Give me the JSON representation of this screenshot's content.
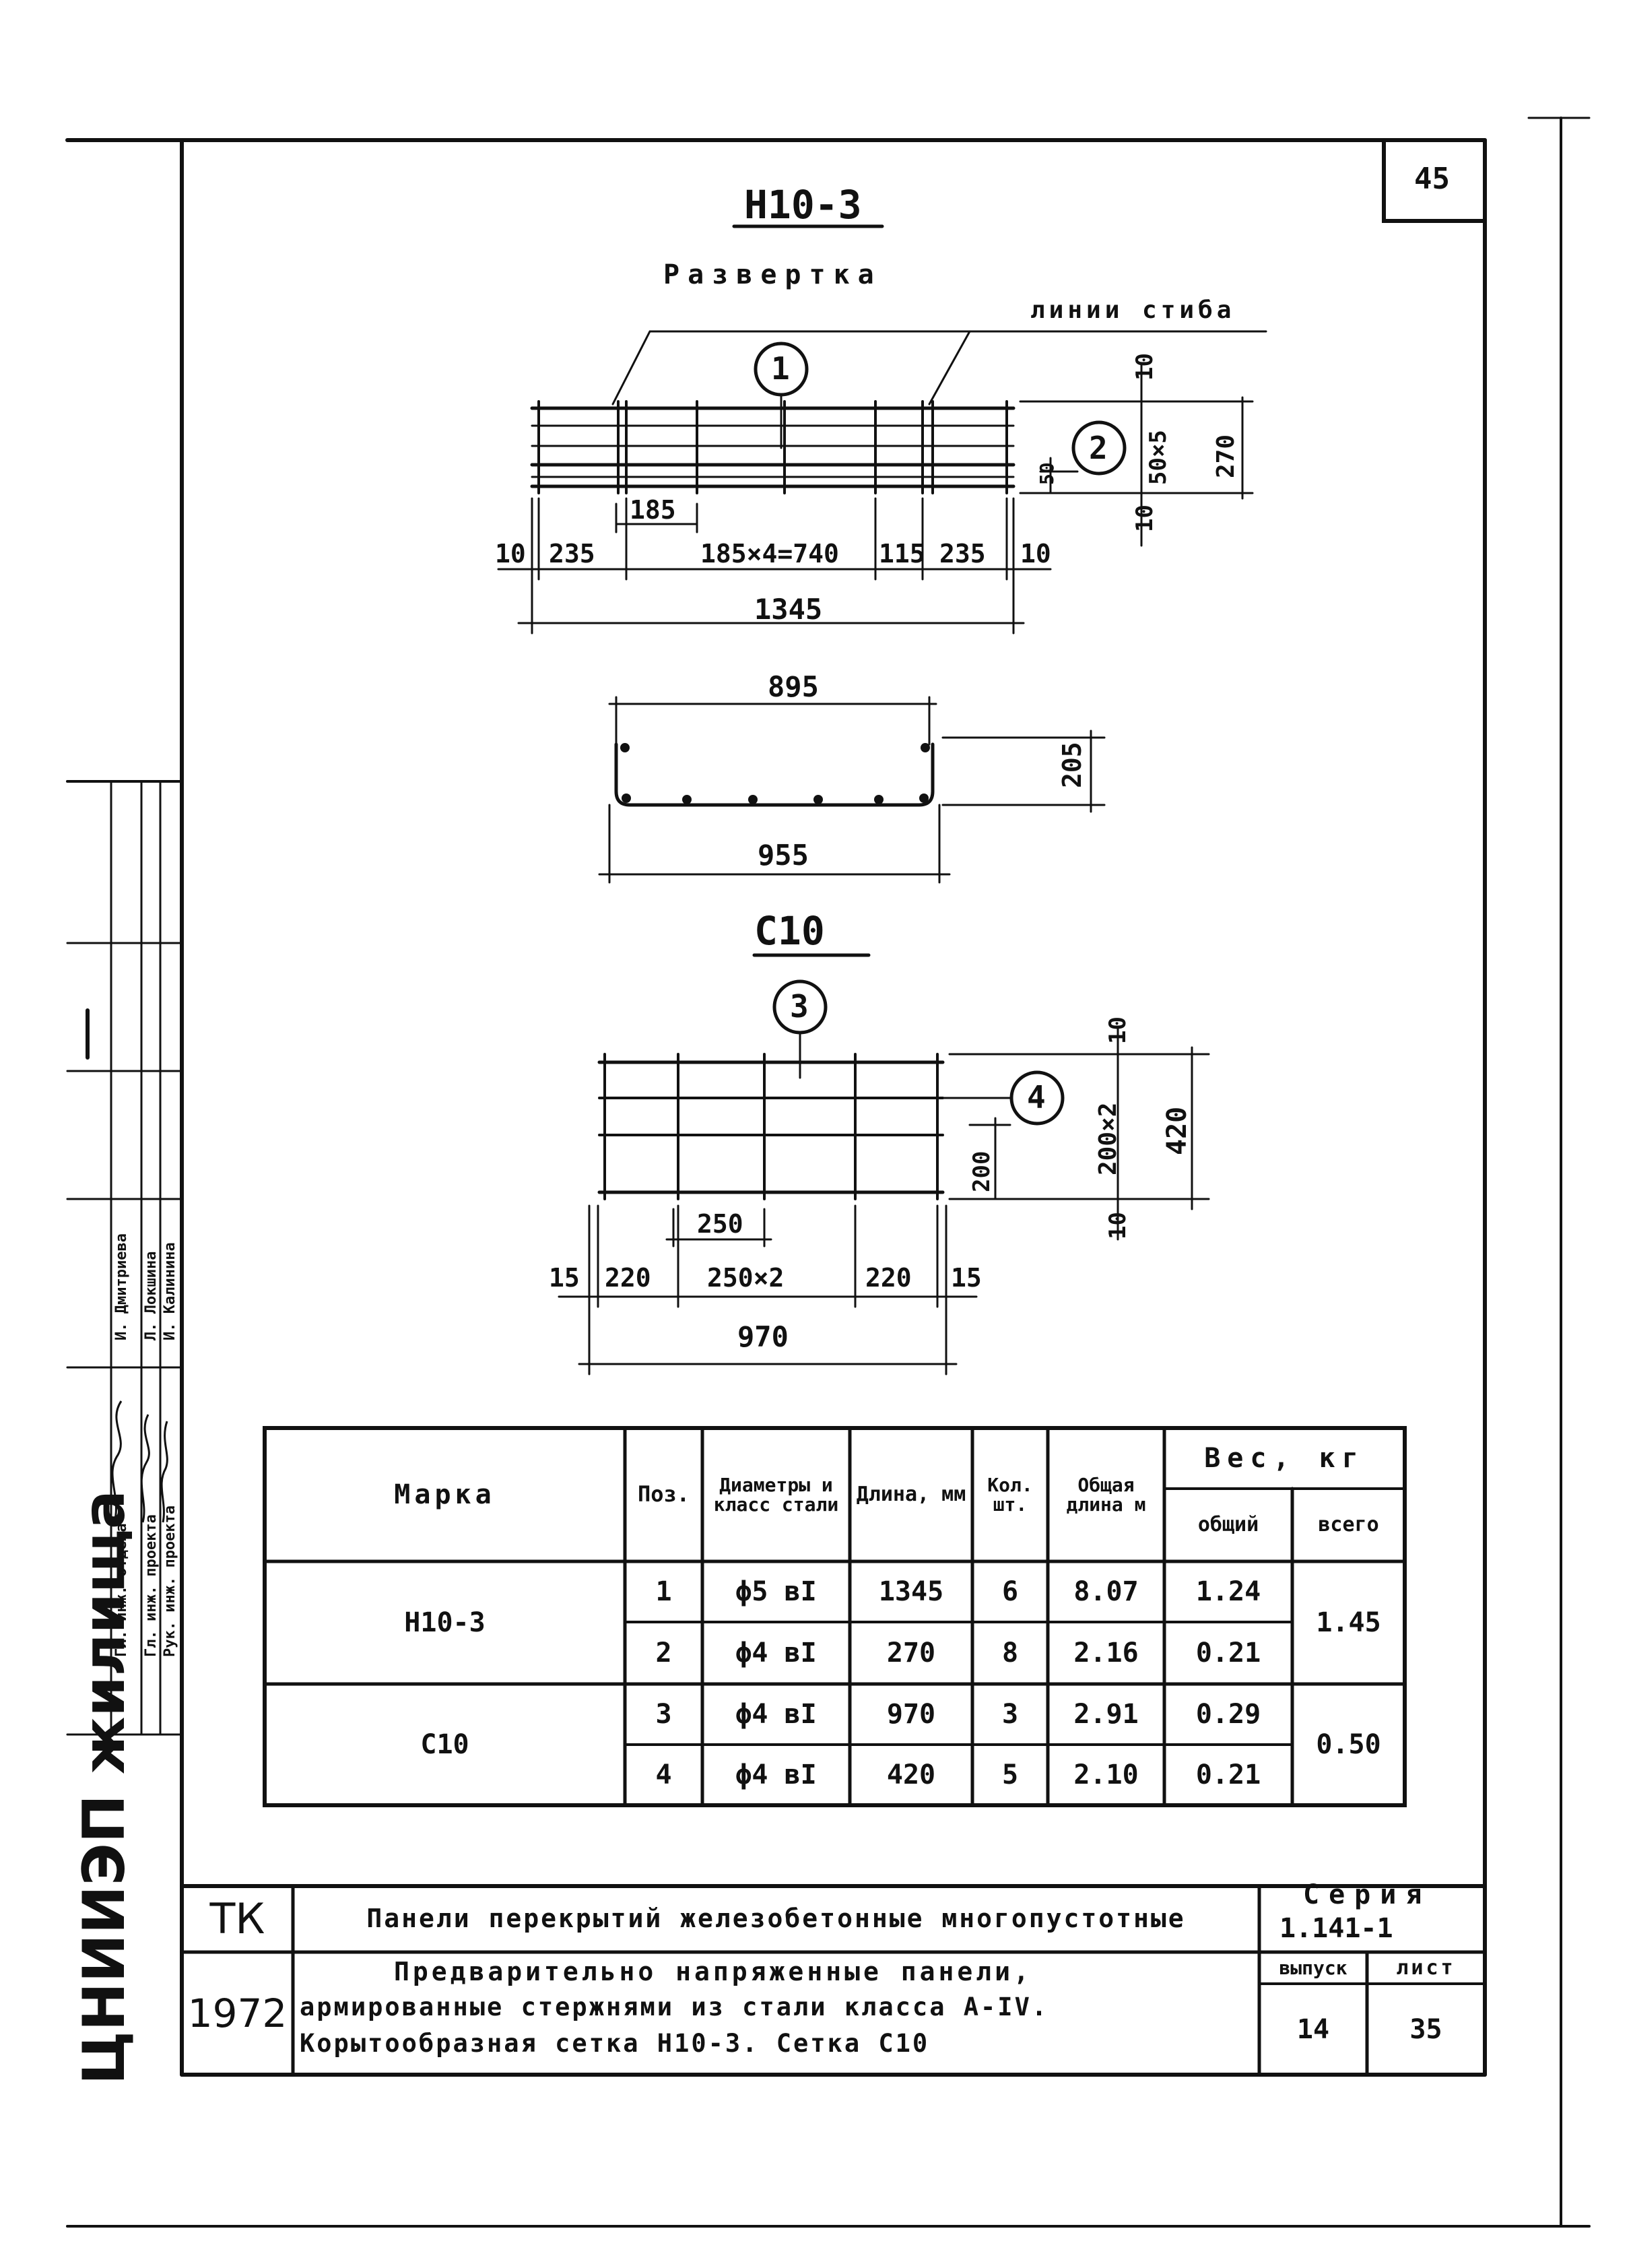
{
  "sheet_no": "45",
  "drawing_a": {
    "title": "Н10-3",
    "subtitle": "Развертка",
    "bend_label": "линии стиба",
    "pos_1": "1",
    "pos_2": "2",
    "dim_top_10": "10",
    "dim_50x5": "50×5",
    "dim_50": "50",
    "dim_270": "270",
    "dim_bot_10": "10",
    "dim_185": "185",
    "dim_l10": "10",
    "dim_235a": "235",
    "dim_185x4": "185×4=740",
    "dim_115": "115",
    "dim_235b": "235",
    "dim_r10": "10",
    "dim_1345": "1345",
    "dim_895": "895",
    "dim_205": "205",
    "dim_955": "955"
  },
  "drawing_b": {
    "title": "С10",
    "pos_3": "3",
    "pos_4": "4",
    "dim_top_10": "10",
    "dim_200x2": "200×2",
    "dim_420": "420",
    "dim_200": "200",
    "dim_bot_10": "10",
    "dim_250": "250",
    "dim_l15": "15",
    "dim_220a": "220",
    "dim_250x2": "250×2",
    "dim_220b": "220",
    "dim_r15": "15",
    "dim_970": "970"
  },
  "spec_table": {
    "headers": {
      "marka": "Марка",
      "pos": "Поз.",
      "diam": "Диаметры и класс стали",
      "length": "Длина, мм",
      "qty": "Кол. шт.",
      "total_len": "Общая длина м",
      "weight": "Вес, кг",
      "w_total": "общий",
      "w_all": "всего"
    },
    "rows": [
      {
        "marka": "Н10-3",
        "pos": "1",
        "diam": "ϕ5 вI",
        "length": "1345",
        "qty": "6",
        "total_len": "8.07",
        "w_total": "1.24",
        "w_all": "1.45"
      },
      {
        "marka": "",
        "pos": "2",
        "diam": "ϕ4 вI",
        "length": "270",
        "qty": "8",
        "total_len": "2.16",
        "w_total": "0.21",
        "w_all": ""
      },
      {
        "marka": "С10",
        "pos": "3",
        "diam": "ϕ4 вI",
        "length": "970",
        "qty": "3",
        "total_len": "2.91",
        "w_total": "0.29",
        "w_all": "0.50"
      },
      {
        "marka": "",
        "pos": "4",
        "diam": "ϕ4 вI",
        "length": "420",
        "qty": "5",
        "total_len": "2.10",
        "w_total": "0.21",
        "w_all": ""
      }
    ]
  },
  "title_block": {
    "tk": "ТК",
    "year": "1972",
    "series_label": "Серия",
    "series_value": "1.141-1",
    "line1": "Панели перекрытий железобетонные многопустотные",
    "line2": "Предварительно напряженные панели,",
    "line3": "армированные стержнями из стали класса А-IV.",
    "line4": "Корытообразная сетка Н10-3. Сетка С10",
    "issue_label": "выпуск",
    "issue_value": "14",
    "sheet_label": "лист",
    "sheet_value": "35"
  },
  "side_stamp": {
    "org": "ЦНИИЭП жилища",
    "roles": [
      "Гл. инж. отдела",
      "Гл. инж. проекта",
      "Рук. инж. проекта"
    ],
    "names": [
      "И. Дмитриева",
      "Л. Локшина",
      "И. Калинина"
    ]
  }
}
